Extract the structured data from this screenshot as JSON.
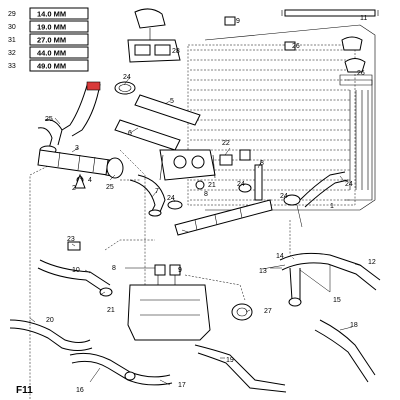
{
  "figure_label": "F11",
  "legend": [
    {
      "num": "29",
      "value": "14.0 MM"
    },
    {
      "num": "30",
      "value": "19.0 MM"
    },
    {
      "num": "31",
      "value": "27.0 MM"
    },
    {
      "num": "32",
      "value": "44.0 MM"
    },
    {
      "num": "33",
      "value": "49.0 MM"
    }
  ],
  "callouts": {
    "c1": "1",
    "c2": "2",
    "c3": "3",
    "c4": "4",
    "c5": "5",
    "c6": "6",
    "c7": "7",
    "c8a": "8",
    "c8b": "8",
    "c8c": "8",
    "c9a": "9",
    "c9b": "9",
    "c10": "10",
    "c11": "11",
    "c12": "12",
    "c13": "13",
    "c14": "14",
    "c15": "15",
    "c16": "16",
    "c17": "17",
    "c18": "18",
    "c19": "19",
    "c20": "20",
    "c21a": "21",
    "c21b": "21",
    "c22": "22",
    "c23": "23",
    "c24a": "24",
    "c24b": "24",
    "c24c": "24",
    "c24d": "24",
    "c24e": "24",
    "c25a": "25",
    "c25b": "25",
    "c26a": "26",
    "c26b": "26",
    "c27": "27",
    "c28": "28"
  },
  "colors": {
    "highlight": "#d93a3a",
    "ink": "#000000",
    "background": "#ffffff"
  }
}
